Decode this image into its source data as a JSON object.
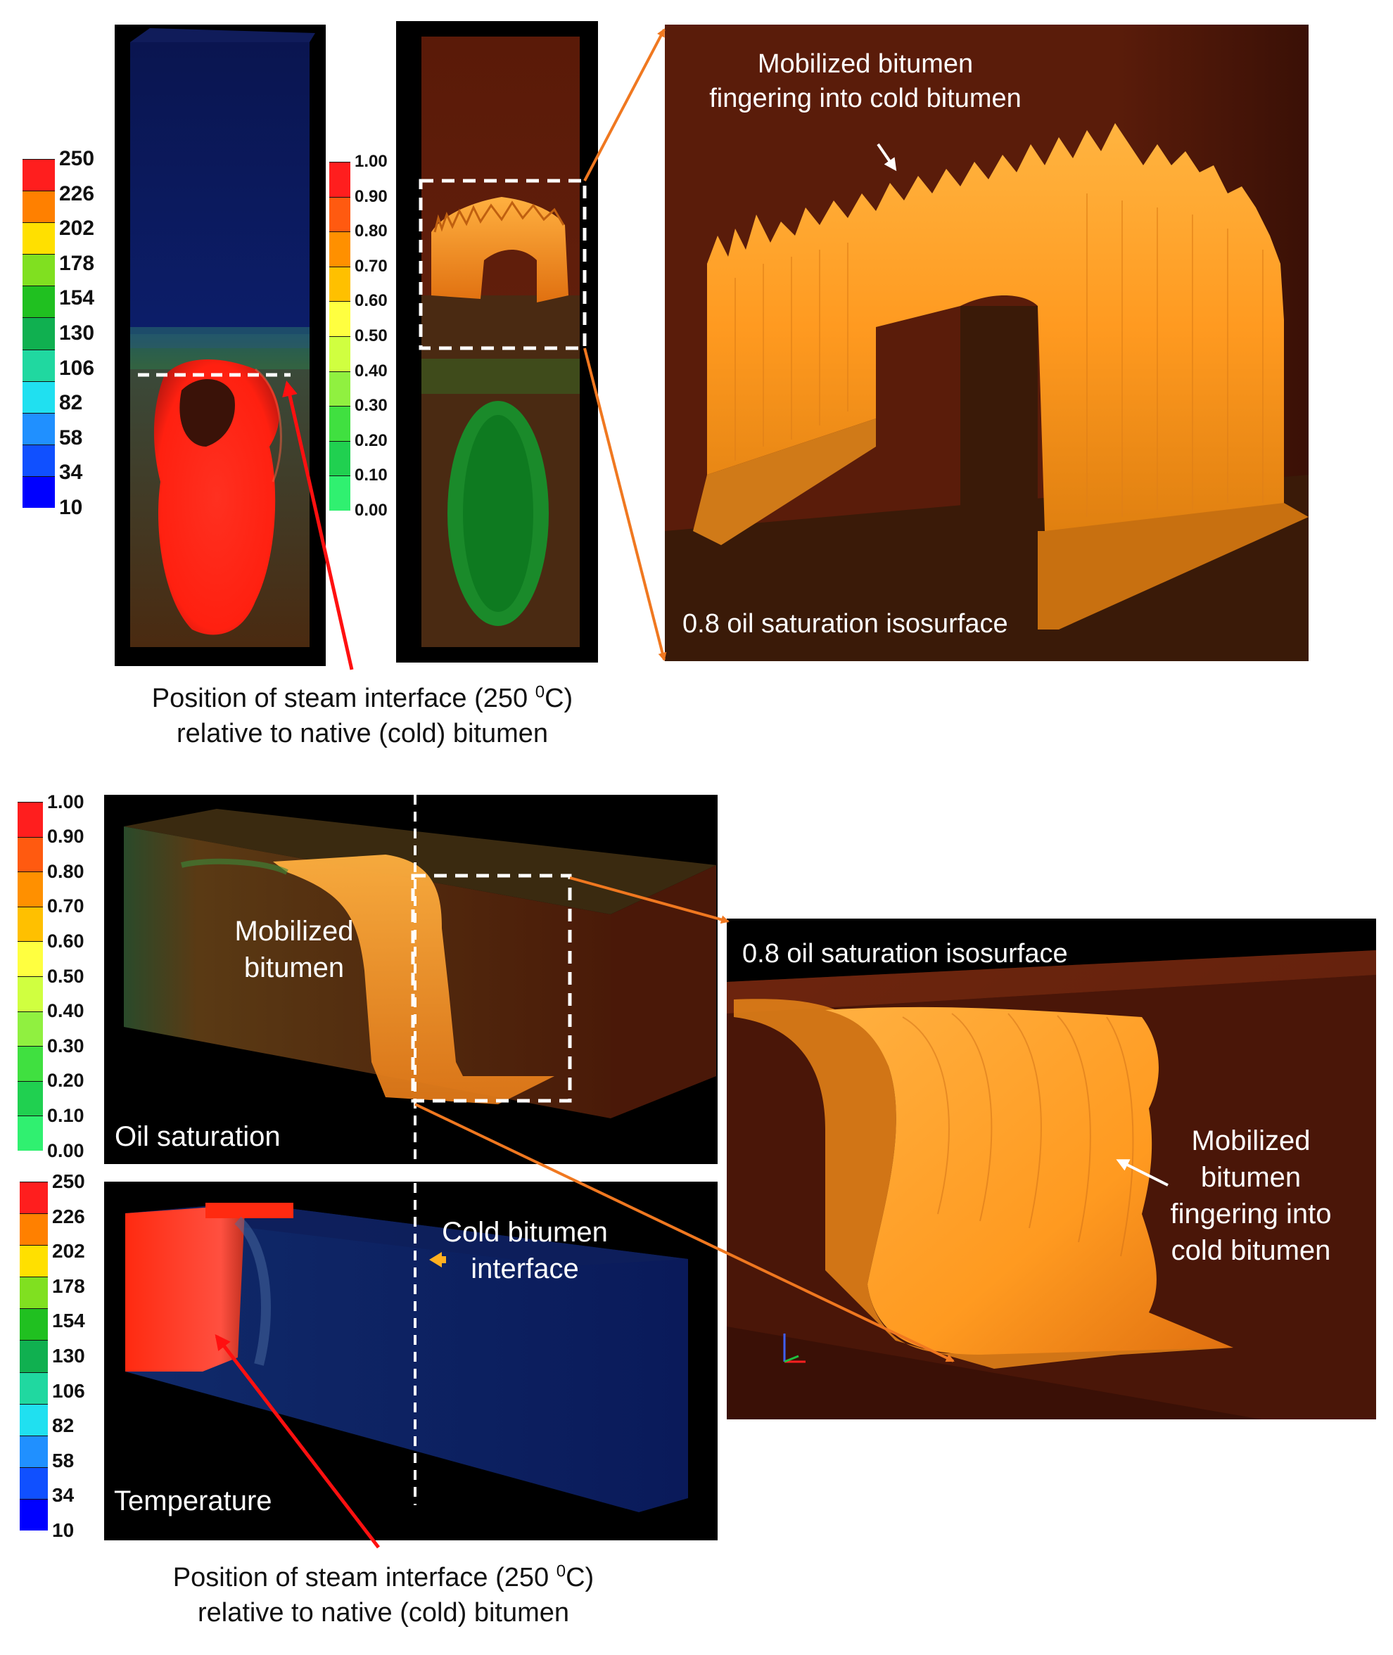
{
  "temperature_scale": {
    "ticks": [
      "250",
      "226",
      "202",
      "178",
      "154",
      "130",
      "106",
      "82",
      "58",
      "34",
      "10"
    ],
    "colors": [
      "#ff1e1e",
      "#ff8000",
      "#ffe000",
      "#80e020",
      "#20c020",
      "#10b050",
      "#20d8a0",
      "#20e0f0",
      "#2090ff",
      "#1050ff",
      "#0000ff"
    ]
  },
  "saturation_scale": {
    "ticks": [
      "1.00",
      "0.90",
      "0.80",
      "0.70",
      "0.60",
      "0.50",
      "0.40",
      "0.30",
      "0.20",
      "0.10",
      "0.00"
    ],
    "colors": [
      "#ff1e1e",
      "#ff5a10",
      "#ff9000",
      "#ffc000",
      "#ffff40",
      "#d0ff40",
      "#90f040",
      "#40e040",
      "#20d050",
      "#30f070"
    ]
  },
  "top": {
    "zoom_label_top": "Mobilized bitumen\nfingering into cold bitumen",
    "isosurface_label": "0.8 oil saturation isosurface",
    "caption_line1": "Position of steam interface (250 ",
    "caption_sup": "0",
    "caption_line1_end": "C)",
    "caption_line2": "relative to native (cold) bitumen"
  },
  "bottom": {
    "oil_label": "Oil saturation",
    "temp_label": "Temperature",
    "mobilized_label": "Mobilized\nbitumen",
    "cold_interface_label": "Cold bitumen\ninterface",
    "zoom_isosurface_label": "0.8 oil saturation isosurface",
    "zoom_fingering_label": "Mobilized\nbitumen\nfingering into\ncold bitumen",
    "caption_line1": "Position of steam interface (250 ",
    "caption_sup": "0",
    "caption_line1_end": "C)",
    "caption_line2": "relative to native (cold) bitumen"
  },
  "colors": {
    "arrow_red": "#ff1010",
    "arrow_orange": "#f07820",
    "bitumen_orange": "#ffa020",
    "cold_blue": "#0a1a60",
    "brown": "#4a1a08"
  }
}
